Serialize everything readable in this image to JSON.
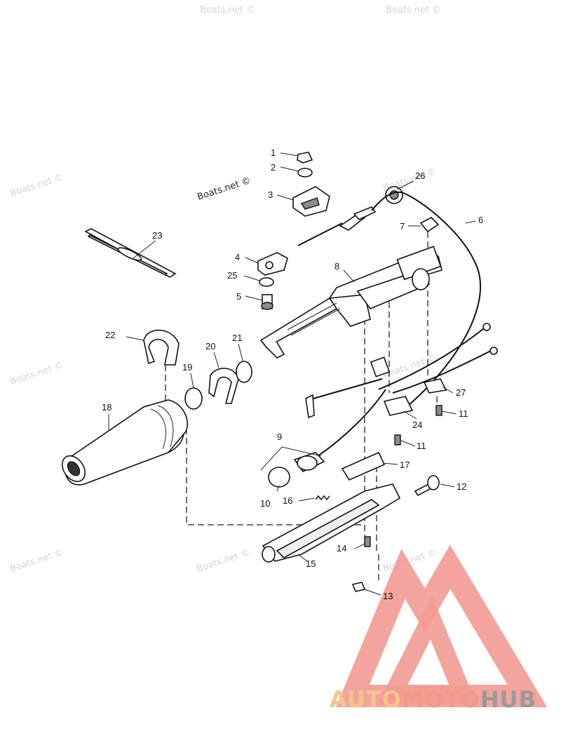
{
  "watermark": {
    "text": "Boats.net ©"
  },
  "brand": {
    "part1": "AUTO",
    "part2": "MOTO",
    "part3": "HUB",
    "colors": {
      "auto": "#f4c58c",
      "moto": "#f09a86",
      "hub": "#9a9a9a",
      "logo": "#f29b92"
    }
  },
  "callouts": {
    "c1": "1",
    "c2": "2",
    "c3": "3",
    "c4": "4",
    "c5": "5",
    "c6": "6",
    "c7": "7",
    "c8": "8",
    "c9": "9",
    "c10": "10",
    "c11a": "11",
    "c11b": "11",
    "c12": "12",
    "c13": "13",
    "c14": "14",
    "c15": "15",
    "c16": "16",
    "c17": "17",
    "c18": "18",
    "c19": "19",
    "c20": "20",
    "c21": "21",
    "c22": "22",
    "c23": "23",
    "c24": "24",
    "c25": "25",
    "c26": "26",
    "c27": "27"
  }
}
